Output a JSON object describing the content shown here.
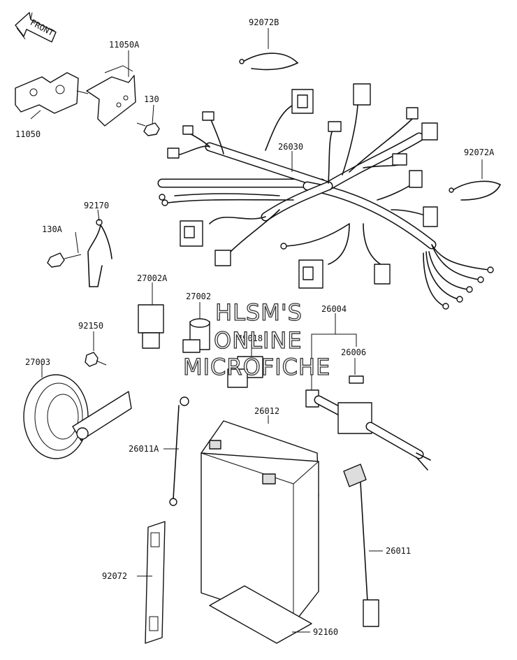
{
  "front_badge": "FRONT",
  "watermark": [
    "HLSM'S",
    "ONLINE",
    "MICROFICHE"
  ],
  "parts": [
    {
      "key": "p11050A",
      "label": "11050A"
    },
    {
      "key": "p11050",
      "label": "11050"
    },
    {
      "key": "p130",
      "label": "130"
    },
    {
      "key": "p92072B",
      "label": "92072B"
    },
    {
      "key": "p26030",
      "label": "26030"
    },
    {
      "key": "p92072A",
      "label": "92072A"
    },
    {
      "key": "p92170",
      "label": "92170"
    },
    {
      "key": "p130A",
      "label": "130A"
    },
    {
      "key": "p27002A",
      "label": "27002A"
    },
    {
      "key": "p27002",
      "label": "27002"
    },
    {
      "key": "p49018",
      "label": "49018"
    },
    {
      "key": "p26004",
      "label": "26004"
    },
    {
      "key": "p26006",
      "label": "26006"
    },
    {
      "key": "p92150",
      "label": "92150"
    },
    {
      "key": "p27003",
      "label": "27003"
    },
    {
      "key": "p26012",
      "label": "26012"
    },
    {
      "key": "p26011A",
      "label": "26011A"
    },
    {
      "key": "p26011",
      "label": "26011"
    },
    {
      "key": "p92072",
      "label": "92072"
    },
    {
      "key": "p92160",
      "label": "92160"
    }
  ]
}
